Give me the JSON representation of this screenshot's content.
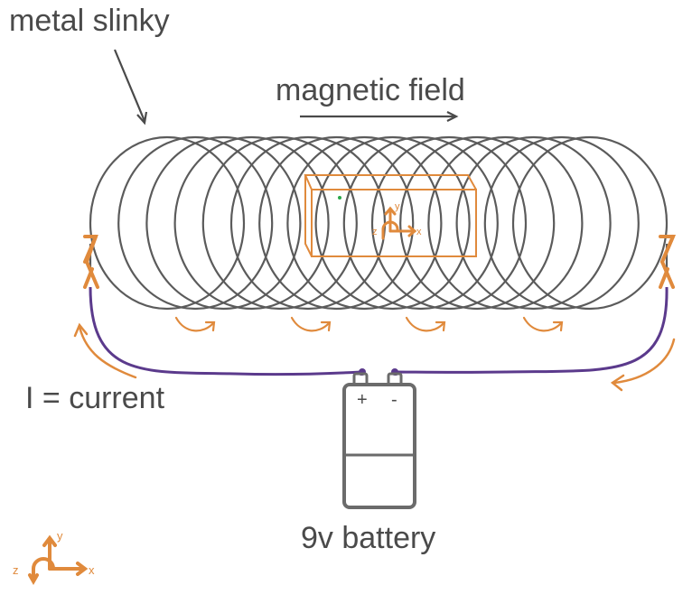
{
  "diagram": {
    "labels": {
      "slinky": "metal slinky",
      "field": "magnetic field",
      "current": "I = current",
      "battery": "9v battery"
    },
    "battery": {
      "plus": "+",
      "minus": "-"
    },
    "axes": {
      "x": "x",
      "y": "y",
      "z": "z"
    },
    "colors": {
      "coil": "#5b5b5b",
      "wire": "#5b3a8c",
      "accent": "#e08a3c",
      "text": "#4a4a4a"
    }
  }
}
